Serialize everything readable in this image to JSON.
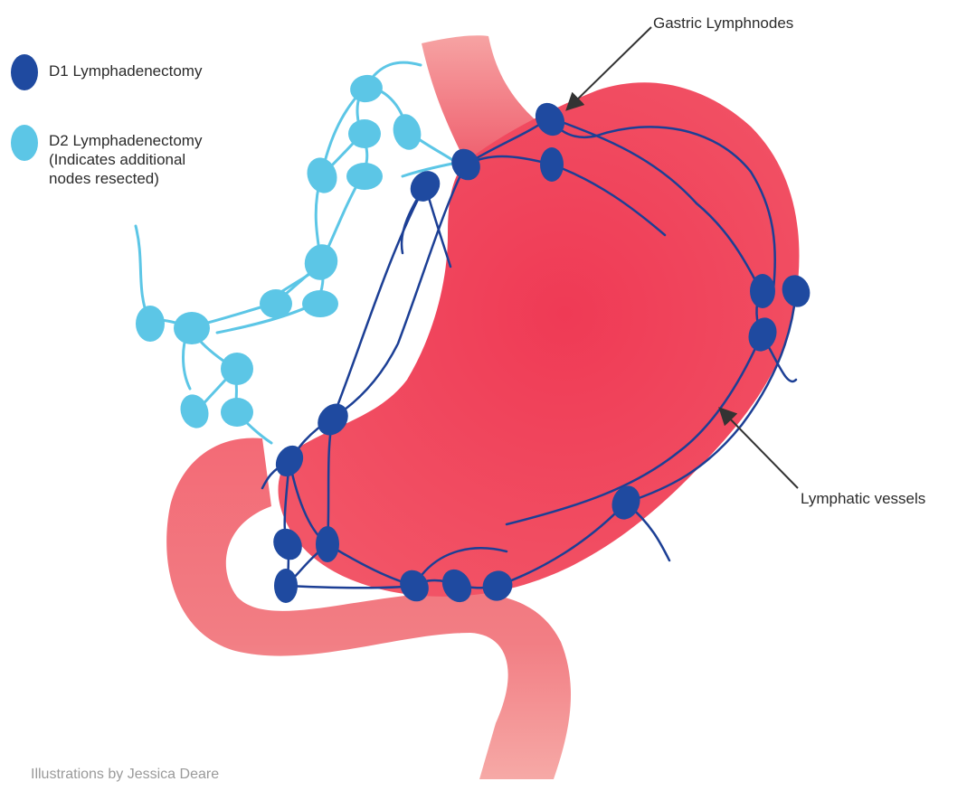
{
  "legend": {
    "d1": {
      "label": "D1 Lymphadenectomy",
      "color": "#1f4aa0"
    },
    "d2": {
      "line1": "D2 Lymphadenectomy",
      "line2": "(Indicates additional",
      "line3": "nodes resected)",
      "color": "#5cc6e6"
    }
  },
  "annotations": {
    "gastric_lymphnodes": "Gastric Lymphnodes",
    "lymphatic_vessels": "Lymphatic vessels"
  },
  "credit": "Illustrations by Jessica Deare",
  "colors": {
    "stomach": "#f0465c",
    "esophagus_duodenum": "#ef6f78",
    "vessel_dark": "#1c3f95",
    "vessel_light": "#5cc6e6",
    "arrow": "#333333"
  }
}
